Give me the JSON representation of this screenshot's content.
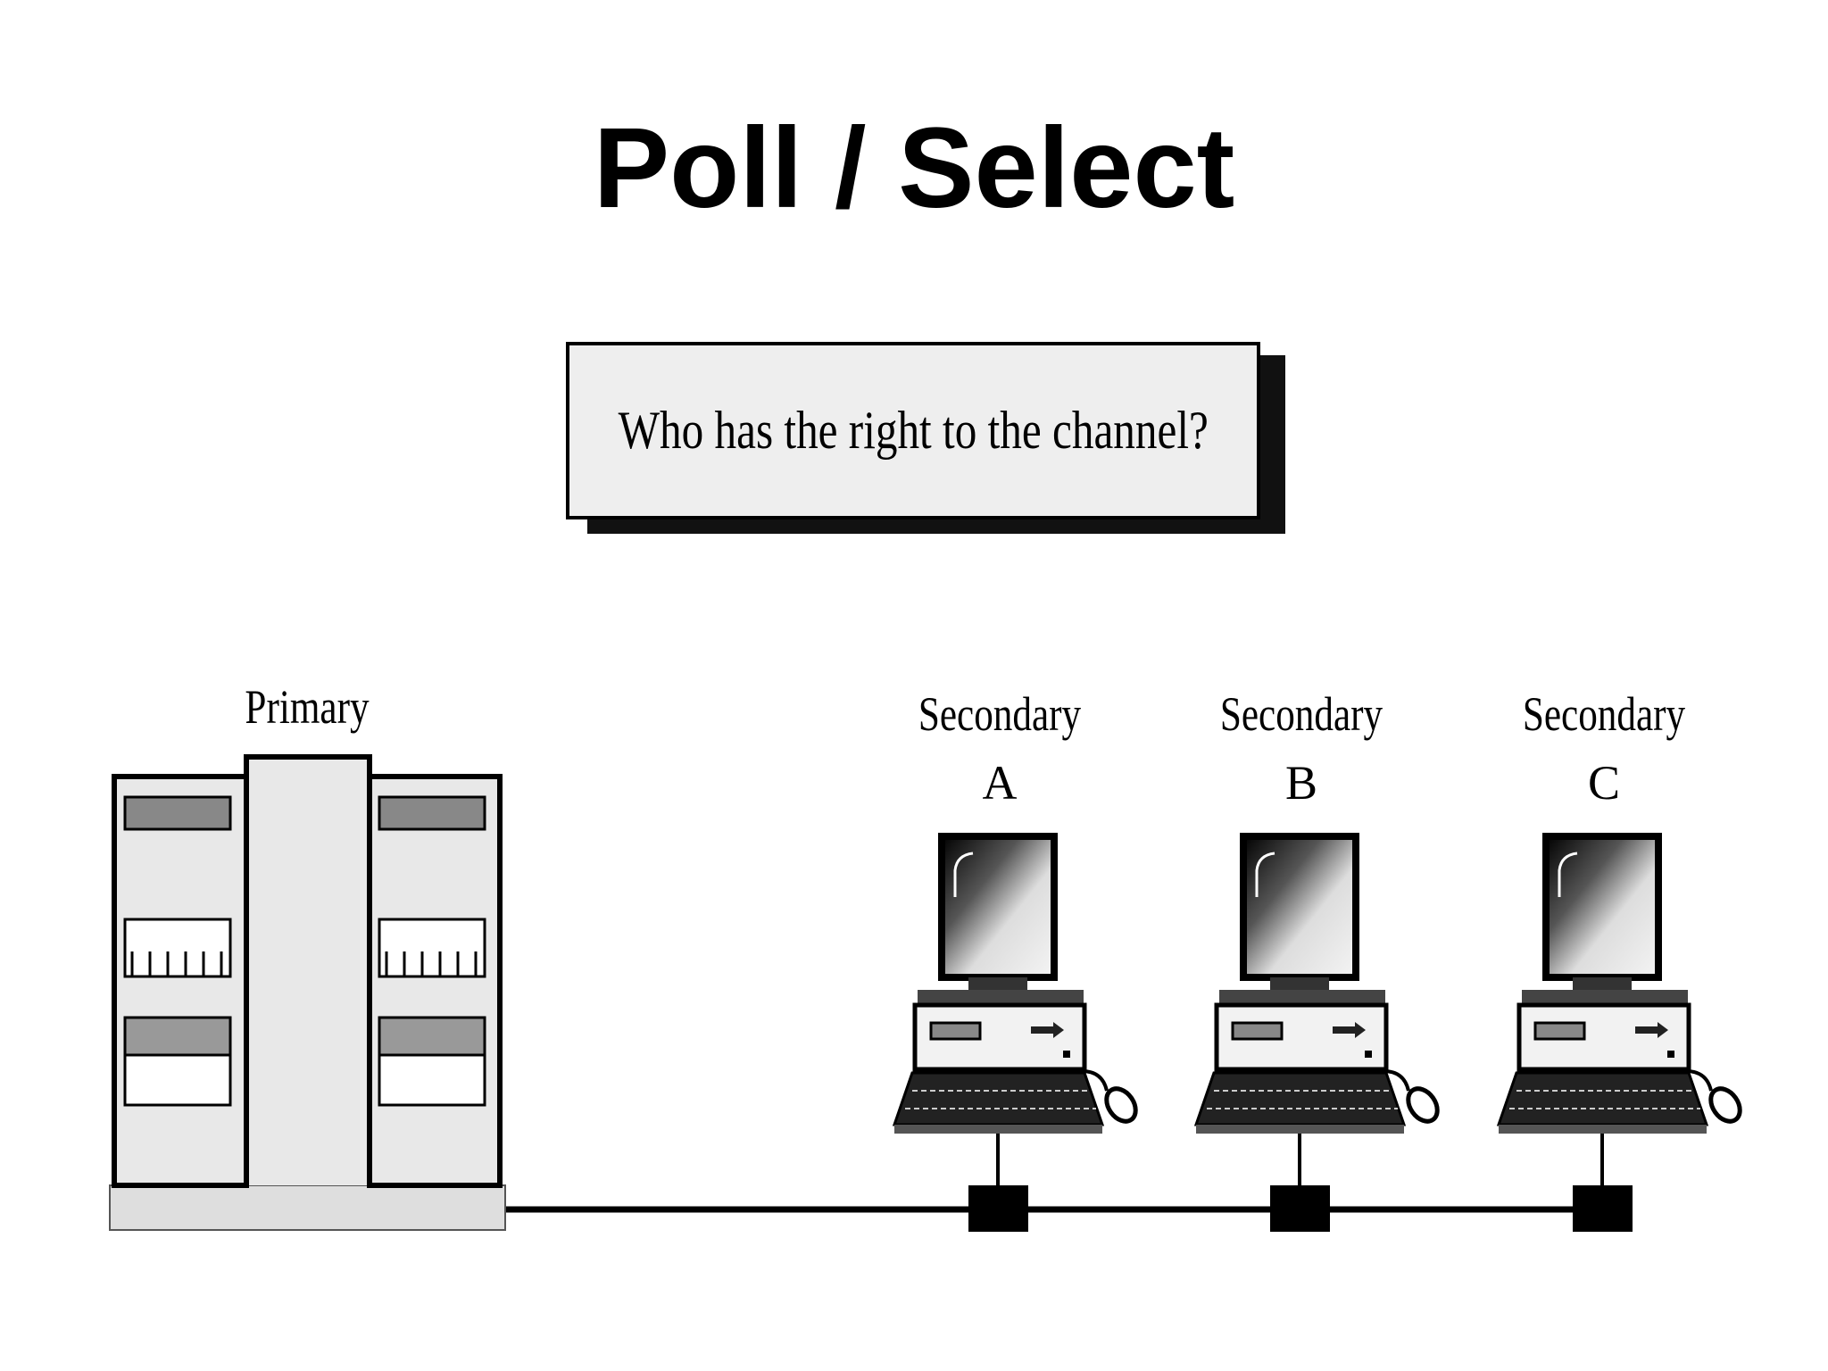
{
  "title": "Poll / Select",
  "question": "Who has the right to the channel?",
  "primary": {
    "label": "Primary"
  },
  "secondaries": [
    {
      "line1": "Secondary",
      "line2": "A"
    },
    {
      "line1": "Secondary",
      "line2": "B"
    },
    {
      "line1": "Secondary",
      "line2": "C"
    }
  ]
}
